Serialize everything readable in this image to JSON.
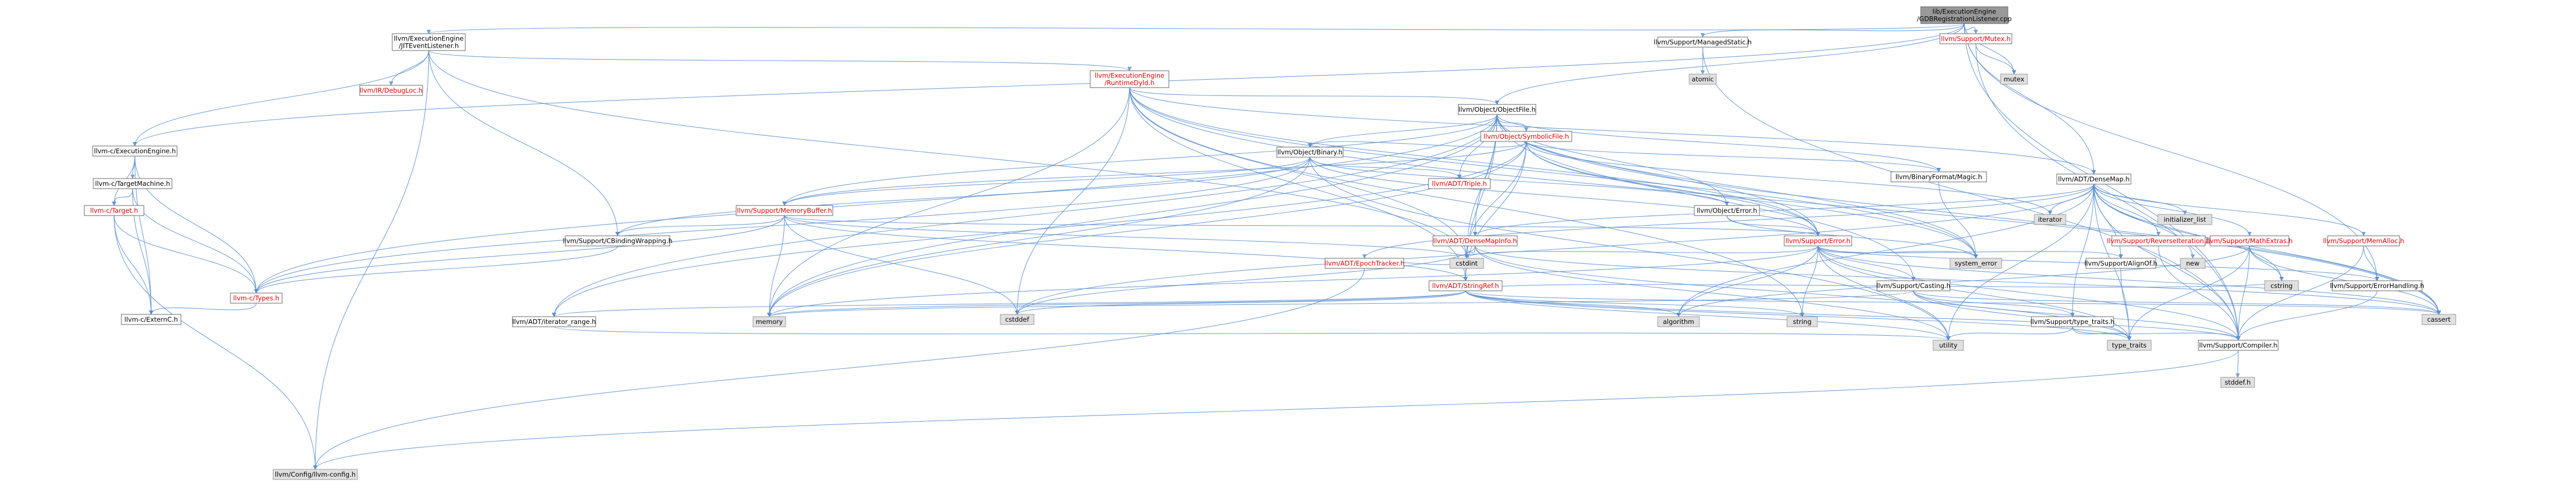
{
  "colors": {
    "root_fill": "#999999",
    "normal_fill": "#ffffff",
    "system_fill": "#e0e0e0",
    "node_border": "#666666",
    "system_border": "#999999",
    "link_text": "#000000",
    "red_text": "#e00000",
    "edge": "#5b8fd0",
    "edge_dark": "#1f2a5c"
  },
  "nodes": {
    "root": [
      "lib/ExecutionEngine",
      "/GDBRegistrationListener.cpp"
    ],
    "jitevent": [
      "llvm/ExecutionEngine",
      "/JITEventListener.h"
    ],
    "managedstatic": [
      "llvm/Support/ManagedStatic.h"
    ],
    "mutex_h": [
      "llvm/Support/Mutex.h"
    ],
    "atomic": [
      "atomic"
    ],
    "mutex": [
      "mutex"
    ],
    "irdebugloc": [
      "llvm/IR/DebugLoc.h"
    ],
    "runtimedyld": [
      "llvm/ExecutionEngine",
      "/RuntimeDyld.h"
    ],
    "objectfile": [
      "llvm/Object/ObjectFile.h"
    ],
    "llvmc_ee": [
      "llvm-c/ExecutionEngine.h"
    ],
    "llvmc_tm": [
      "llvm-c/TargetMachine.h"
    ],
    "llvmc_target": [
      "llvm-c/Target.h"
    ],
    "llvmc_types": [
      "llvm-c/Types.h"
    ],
    "llvmc_externc": [
      "llvm-c/ExternC.h"
    ],
    "config": [
      "llvm/Config/llvm-config.h"
    ],
    "symbolicfile": [
      "llvm/Object/SymbolicFile.h"
    ],
    "binary": [
      "llvm/Object/Binary.h"
    ],
    "binformat": [
      "llvm/BinaryFormat/Magic.h"
    ],
    "triple": [
      "llvm/ADT/Triple.h"
    ],
    "membuf": [
      "llvm/Support/MemoryBuffer.h"
    ],
    "cbinding": [
      "llvm/Support/CBindingWrapping.h"
    ],
    "objerror": [
      "llvm/Object/Error.h"
    ],
    "densemap": [
      "llvm/ADT/DenseMap.h"
    ],
    "densemapinfo": [
      "llvm/ADT/DenseMapInfo.h"
    ],
    "epoch": [
      "llvm/ADT/EpochTracker.h"
    ],
    "stringref": [
      "llvm/ADT/StringRef.h"
    ],
    "itrange": [
      "llvm/ADT/iterator_range.h"
    ],
    "sup_error": [
      "llvm/Support/Error.h"
    ],
    "casting": [
      "llvm/Support/Casting.h"
    ],
    "typetraits_h": [
      "llvm/Support/type_traits.h"
    ],
    "compiler": [
      "llvm/Support/Compiler.h"
    ],
    "alignof": [
      "llvm/Support/AlignOf.h"
    ],
    "reverseit": [
      "llvm/Support/ReverseIteration.h"
    ],
    "mathextras": [
      "llvm/Support/MathExtras.h"
    ],
    "memalloc": [
      "llvm/Support/MemAlloc.h"
    ],
    "errhandling": [
      "llvm/Support/ErrorHandling.h"
    ],
    "iterator": [
      "iterator"
    ],
    "initlist": [
      "initializer_list"
    ],
    "new": [
      "new"
    ],
    "cstdint": [
      "cstdint"
    ],
    "system_error": [
      "system_error"
    ],
    "cstring": [
      "cstring"
    ],
    "cassert": [
      "cassert"
    ],
    "cstddef": [
      "cstddef"
    ],
    "memory": [
      "memory"
    ],
    "algorithm": [
      "algorithm"
    ],
    "string": [
      "string"
    ],
    "utility": [
      "utility"
    ],
    "type_traits": [
      "type_traits"
    ],
    "stddef": [
      "stddef.h"
    ]
  }
}
